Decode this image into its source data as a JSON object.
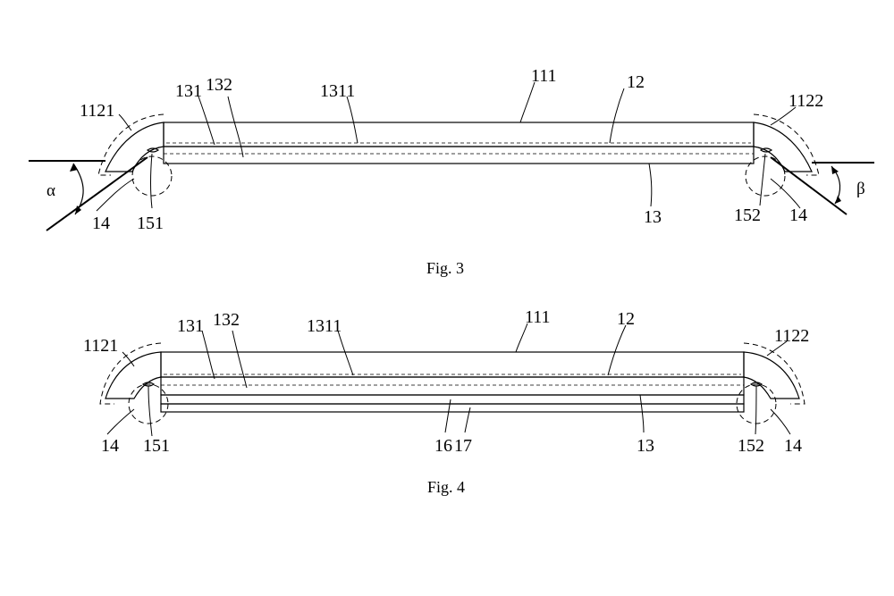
{
  "figures": [
    {
      "id": "fig3",
      "caption": "Fig. 3",
      "labels": {
        "l1121": "1121",
        "l131": "131",
        "l132": "132",
        "l1311": "1311",
        "l111": "111",
        "l12": "12",
        "l1122": "1122",
        "l13": "13",
        "l14_left": "14",
        "l151": "151",
        "l152": "152",
        "l14_right": "14",
        "alpha": "α",
        "beta": "β"
      }
    },
    {
      "id": "fig4",
      "caption": "Fig. 4",
      "labels": {
        "l1121": "1121",
        "l131": "131",
        "l132": "132",
        "l1311": "1311",
        "l111": "111",
        "l12": "12",
        "l1122": "1122",
        "l13": "13",
        "l14_left": "14",
        "l151": "151",
        "l16": "16",
        "l17": "17",
        "l152": "152",
        "l14_right": "14"
      }
    }
  ]
}
